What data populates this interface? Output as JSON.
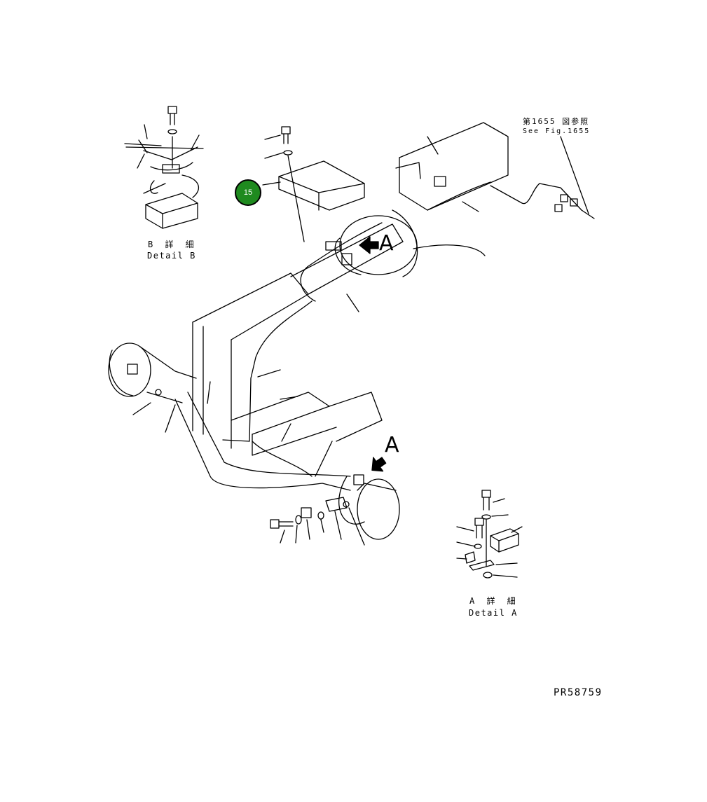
{
  "callout": {
    "number": "15",
    "color": "#1f8a1f"
  },
  "detail_b": {
    "title_jp": "B 詳 細",
    "title_en": "Detail B"
  },
  "detail_a": {
    "title_jp": "A 詳 細",
    "title_en": "Detail A"
  },
  "reference": {
    "jp": "第1655 図参照",
    "en": "See Fig.1655"
  },
  "view_letters": {
    "upper": "A",
    "lower": "A"
  },
  "drawing_code": "PR58759"
}
